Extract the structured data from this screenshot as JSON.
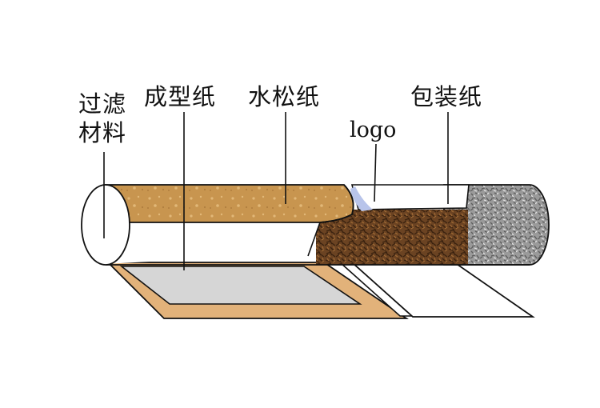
{
  "labels": {
    "filter_material": "过滤\n材料",
    "plug_wrap": "成型纸",
    "tipping_paper": "水松纸",
    "logo": "logo",
    "wrapping_paper": "包装纸"
  },
  "colors": {
    "tipping": "#c8954f",
    "tipping_speck": "#e2b878",
    "plug_wrap_sheet": "#d6d6d6",
    "tobacco": "#6b4322",
    "ash": "#9a9a9a",
    "filter": "#ffffff",
    "outline": "#111111",
    "logo_band": "#b8c4ea"
  }
}
